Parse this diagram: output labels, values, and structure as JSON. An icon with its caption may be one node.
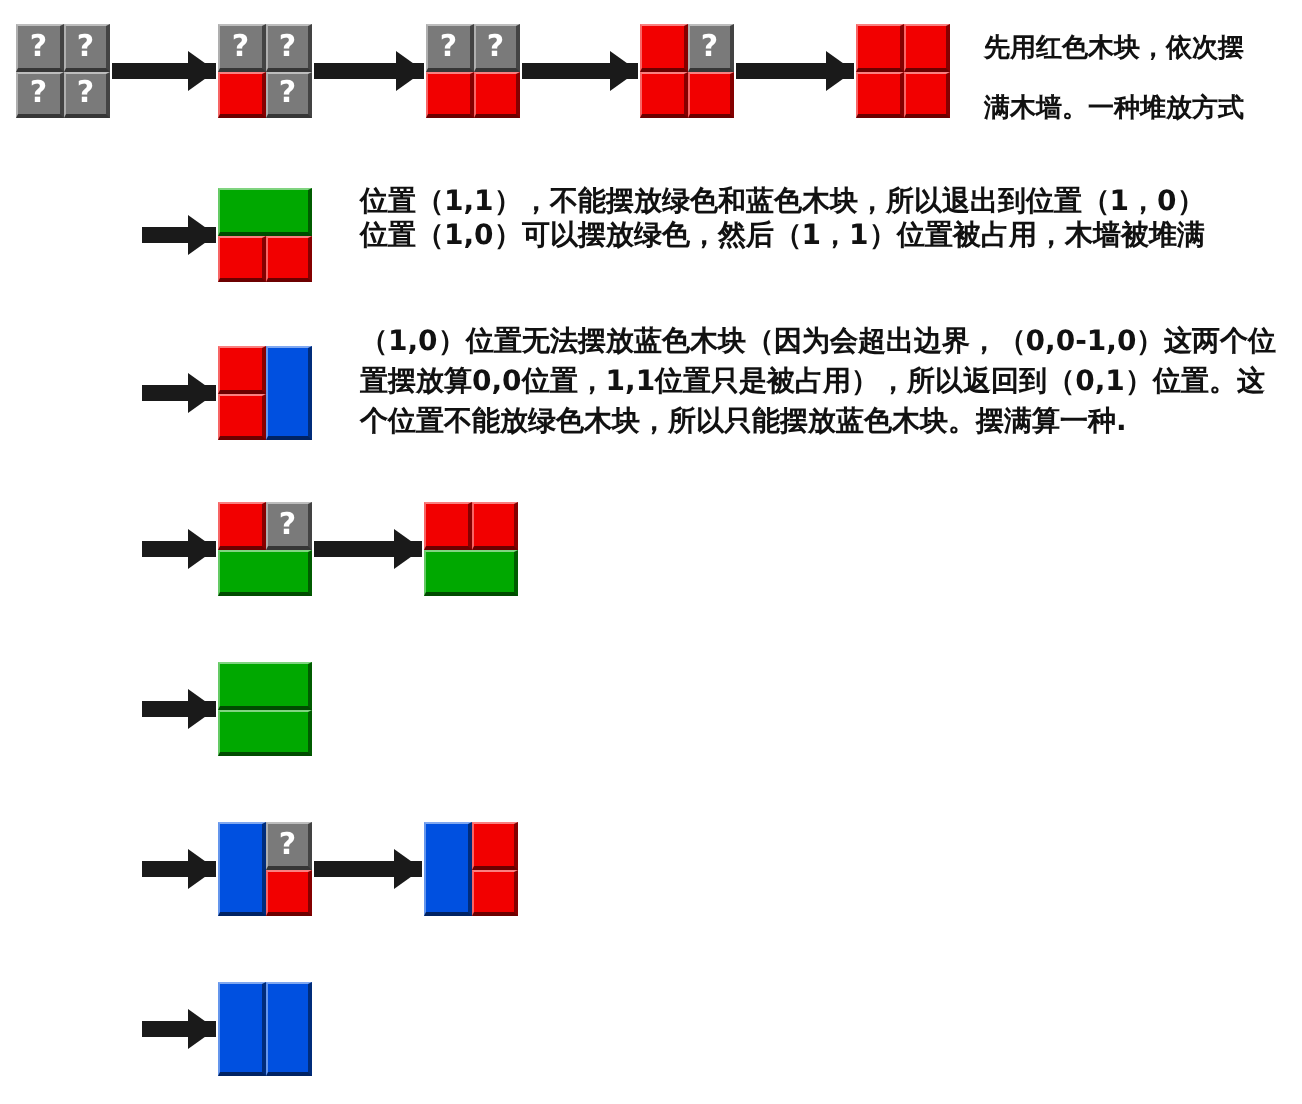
{
  "diagram": {
    "nodes": [
      {
        "text": [
          "?",
          "?",
          "?",
          "?"
        ]
      },
      {
        "text": [
          "?",
          "?",
          "?"
        ]
      },
      {
        "text": [
          "?",
          "?"
        ]
      },
      {
        "text": [
          "?"
        ]
      },
      {
        "text": [],
        "shape": "box"
      },
      {
        "text": [],
        "shape": "box"
      },
      {
        "text": [],
        "shape": "box"
      },
      {
        "text": [
          "?"
        ]
      },
      {
        "text": [],
        "shape": "box"
      },
      {
        "text": [],
        "shape": "box"
      },
      {
        "text": [
          "?"
        ]
      },
      {
        "text": [],
        "shape": "box"
      },
      {
        "text": [],
        "shape": "box"
      }
    ],
    "edges": [
      {
        "from": 0,
        "to": 1,
        "arrow": "to"
      },
      {
        "from": 1,
        "to": 2,
        "arrow": "to"
      },
      {
        "from": 2,
        "to": 3,
        "arrow": "to"
      },
      {
        "from": 3,
        "to": 4,
        "arrow": "to"
      },
      {
        "from": null,
        "to": 5,
        "arrow": "to"
      },
      {
        "from": null,
        "to": 6,
        "arrow": "to"
      },
      {
        "from": null,
        "to": 7,
        "arrow": "to"
      },
      {
        "from": 7,
        "to": 8,
        "arrow": "to"
      },
      {
        "from": null,
        "to": 9,
        "arrow": "to"
      },
      {
        "from": null,
        "to": 10,
        "arrow": "to"
      },
      {
        "from": 10,
        "to": 11,
        "arrow": "to"
      },
      {
        "from": null,
        "to": 12,
        "arrow": "to"
      }
    ],
    "labels": [
      "先用红色木块，依次摆满木墙。一种堆放方式",
      "位置（1,1），不能摆放绿色和蓝色木块，所以退出到位置（1，0）",
      "位置（1,0）可以摆放绿色，然后（1，1）位置被占用，木墙被堆满",
      "（1,0）位置无法摆放蓝色木块（因为会超出边界，（0,0-1,0）这两个位置摆放算0,0位置，1,1位置只是被占用），所以返回到（0,1）位置。这个位置不能放绿色木块，所以只能摆放蓝色木块。摆满算一种."
    ]
  }
}
